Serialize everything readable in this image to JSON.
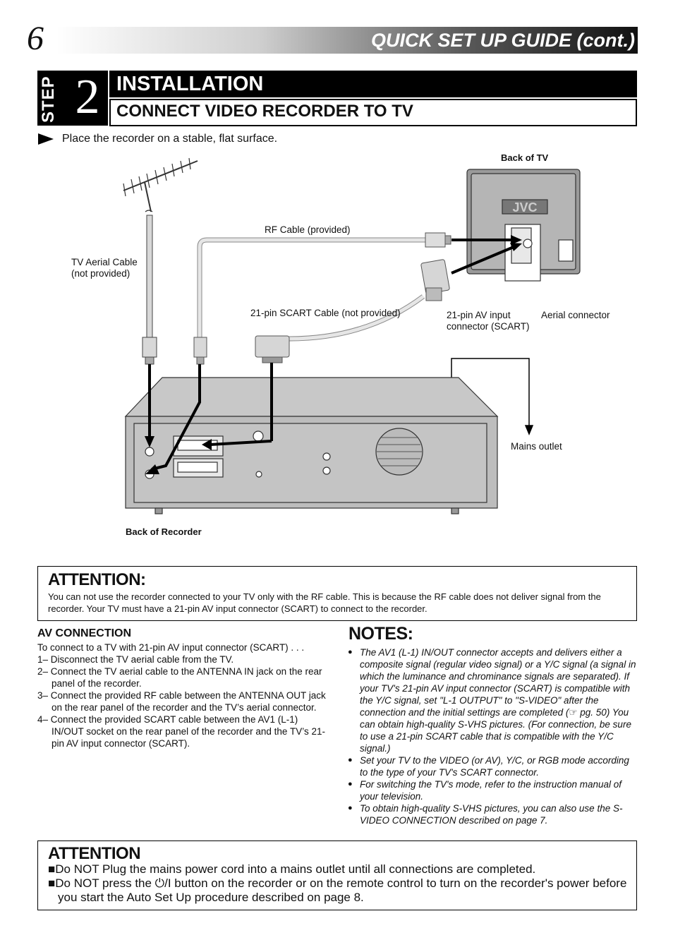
{
  "header": {
    "page_number": "6",
    "title": "QUICK SET UP GUIDE (cont.)"
  },
  "step": {
    "word": "STEP",
    "number": "2",
    "title": "INSTALLATION",
    "subtitle": "CONNECT VIDEO RECORDER TO TV"
  },
  "intro": "Place the recorder on a stable, flat surface.",
  "diagram": {
    "back_of_tv": "Back of TV",
    "rf_cable": "RF Cable (provided)",
    "aerial_cable_1": "TV Aerial Cable",
    "aerial_cable_2": "(not provided)",
    "scart_cable": "21-pin SCART Cable (not provided)",
    "av_input_1": "21-pin AV input",
    "av_input_2": "connector (SCART)",
    "aerial_connector": "Aerial connector",
    "mains_outlet": "Mains outlet",
    "back_of_recorder": "Back of Recorder",
    "tv_logo": "JVC"
  },
  "attention1": {
    "title": "ATTENTION:",
    "body": "You can not use the recorder connected to your TV only with the RF cable.  This is because the RF cable does not deliver signal from the recorder.  Your TV must have a 21-pin AV input connector (SCART) to connect to the recorder."
  },
  "av_connection": {
    "title": "AV CONNECTION",
    "intro": "To connect to a TV with 21-pin AV input connector (SCART)  . . .",
    "steps": [
      "1– Disconnect the TV aerial cable from the TV.",
      "2– Connect the TV aerial cable to the ANTENNA IN jack on the rear panel of the recorder.",
      "3– Connect the provided RF cable between the ANTENNA OUT jack on the rear panel of the recorder and the TV’s aerial connector.",
      "4– Connect the provided SCART cable between the AV1 (L-1) IN/OUT socket on the rear panel of the recorder and the TV’s 21-pin AV input connector (SCART)."
    ]
  },
  "notes": {
    "title": "NOTES:",
    "items": [
      "The AV1 (L-1) IN/OUT connector accepts and delivers either a composite signal (regular video signal) or a Y/C signal (a signal in which the luminance and chrominance signals are separated). If your TV's 21-pin AV input connector (SCART) is compatible with the Y/C signal, set \"L-1 OUTPUT\" to \"S-VIDEO\" after the connection and the initial settings are completed (☞ pg. 50) You can obtain high-quality S-VHS pictures.  (For connection, be sure to use a 21-pin SCART cable that is compatible with the Y/C signal.)",
      "Set your TV to the VIDEO (or AV), Y/C, or RGB mode according to the type of your TV's SCART connector.",
      "For switching the TV's mode, refer to the instruction manual of your television.",
      "To obtain high-quality S-VHS pictures, you can also use the S-VIDEO CONNECTION described on page 7."
    ]
  },
  "attention2": {
    "title": "ATTENTION",
    "items": [
      "■Do NOT Plug the mains power cord into a mains outlet until all connections are completed.",
      "■Do NOT press the ⏻/I button on the recorder or on the remote control to turn on the recorder's power before you start the Auto Set Up procedure described on page 8."
    ]
  }
}
